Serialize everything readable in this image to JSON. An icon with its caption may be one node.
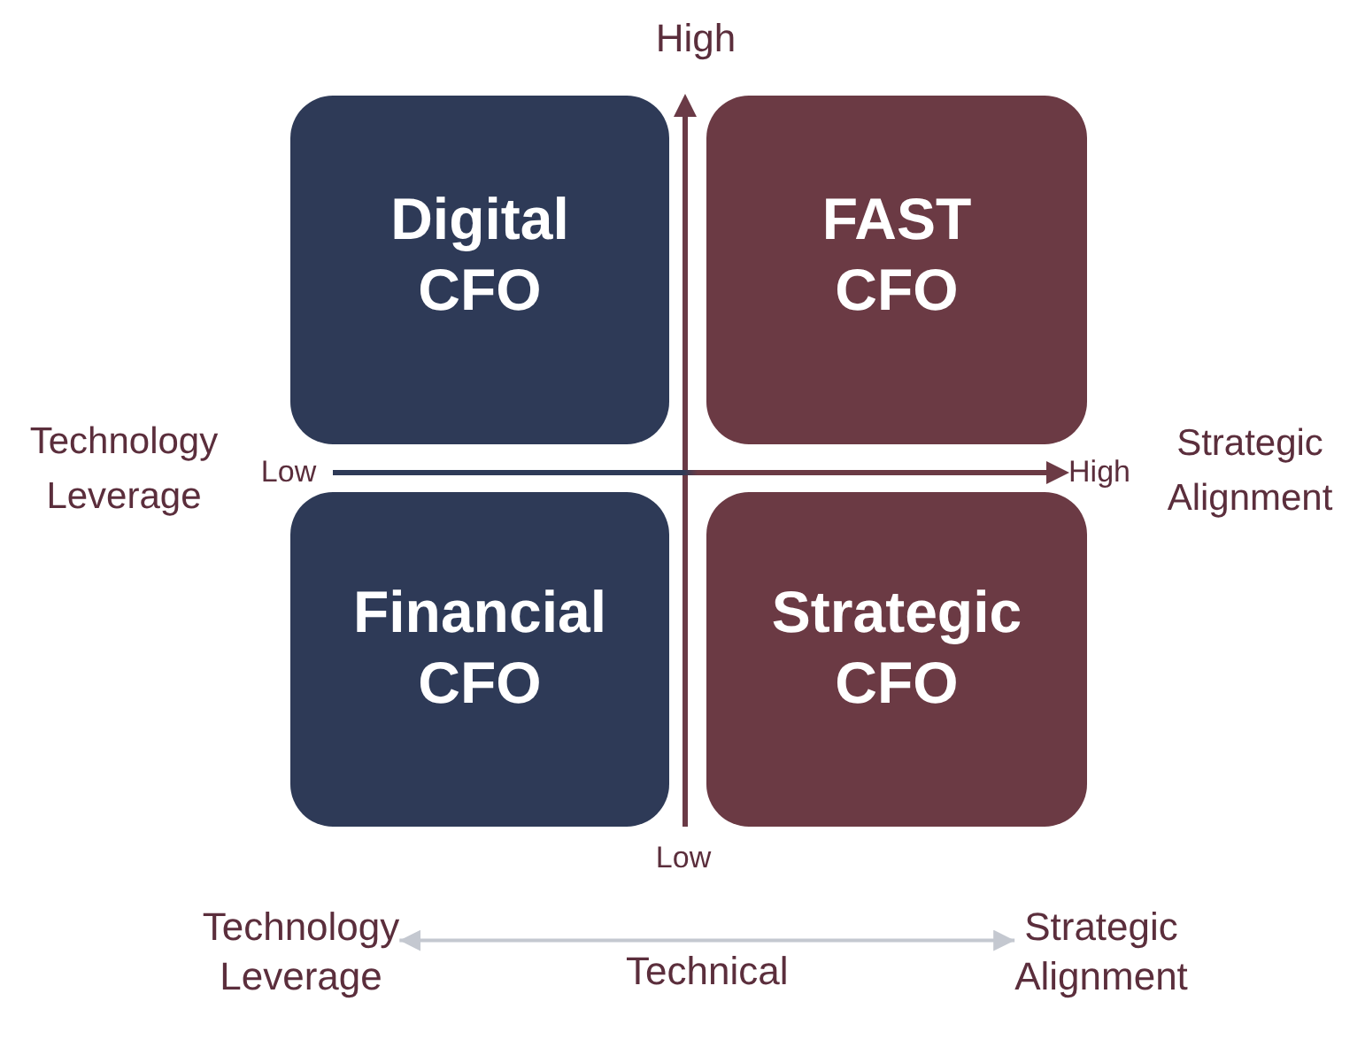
{
  "diagram": {
    "nodes": [
      {
        "text": [
          "Digital CFO"
        ]
      },
      {
        "text": [
          "FAST CFO"
        ]
      },
      {
        "text": [
          "Financial CFO"
        ]
      },
      {
        "text": [
          "Strategic CFO"
        ]
      },
      {
        "text": [
          "Technology Leverage"
        ]
      },
      {
        "text": [
          "Strategic Alignment"
        ]
      }
    ],
    "edges": [
      {
        "from": 4,
        "to": 5,
        "arrow": "both",
        "label": "Technical"
      }
    ],
    "labels": [
      "High",
      "Technology Leverage",
      "Low",
      "High",
      "Strategic Alignment",
      "Low"
    ]
  }
}
